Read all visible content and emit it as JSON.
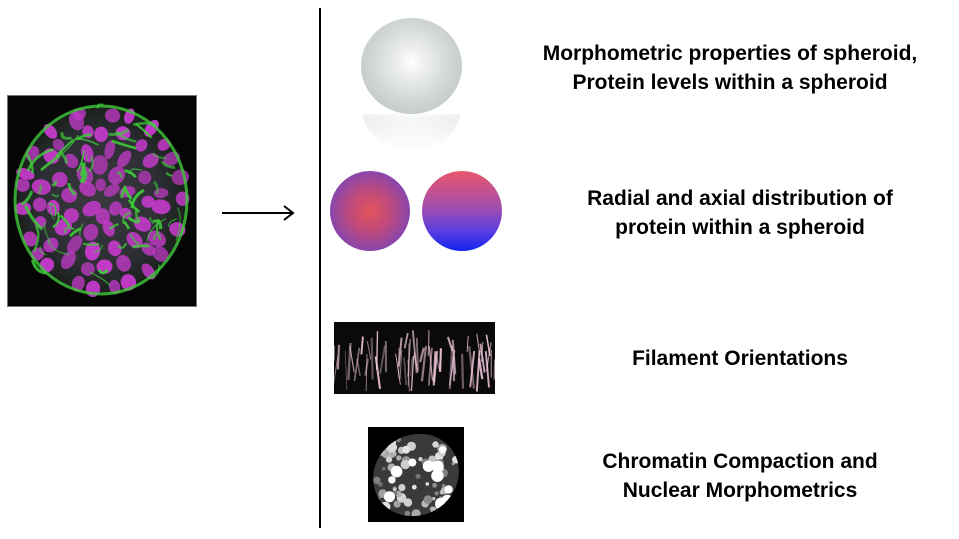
{
  "left": {
    "photo_icon": "spheroid-fluorescence-image",
    "arrow_icon": "right-arrow"
  },
  "rows": [
    {
      "lines": [
        "Morphometric properties of spheroid,",
        "Protein levels within a spheroid"
      ],
      "icon": "gray-sphere-icon"
    },
    {
      "lines": [
        "Radial and axial distribution of",
        "protein within a spheroid"
      ],
      "icon": "gradient-spheres-icon"
    },
    {
      "lines": [
        "Filament Orientations"
      ],
      "icon": "filament-image"
    },
    {
      "lines": [
        "Chromatin Compaction and",
        "Nuclear Morphometrics"
      ],
      "icon": "nucleus-image"
    }
  ],
  "colors": {
    "spheroid_nuclei": "#c23ac8",
    "spheroid_actin": "#3ec83a",
    "radial_center": "#e4545a",
    "radial_edge": "#6a44c0",
    "axial_top": "#e8566a",
    "axial_bottom": "#1424f2",
    "filament": "#f0c6da"
  }
}
